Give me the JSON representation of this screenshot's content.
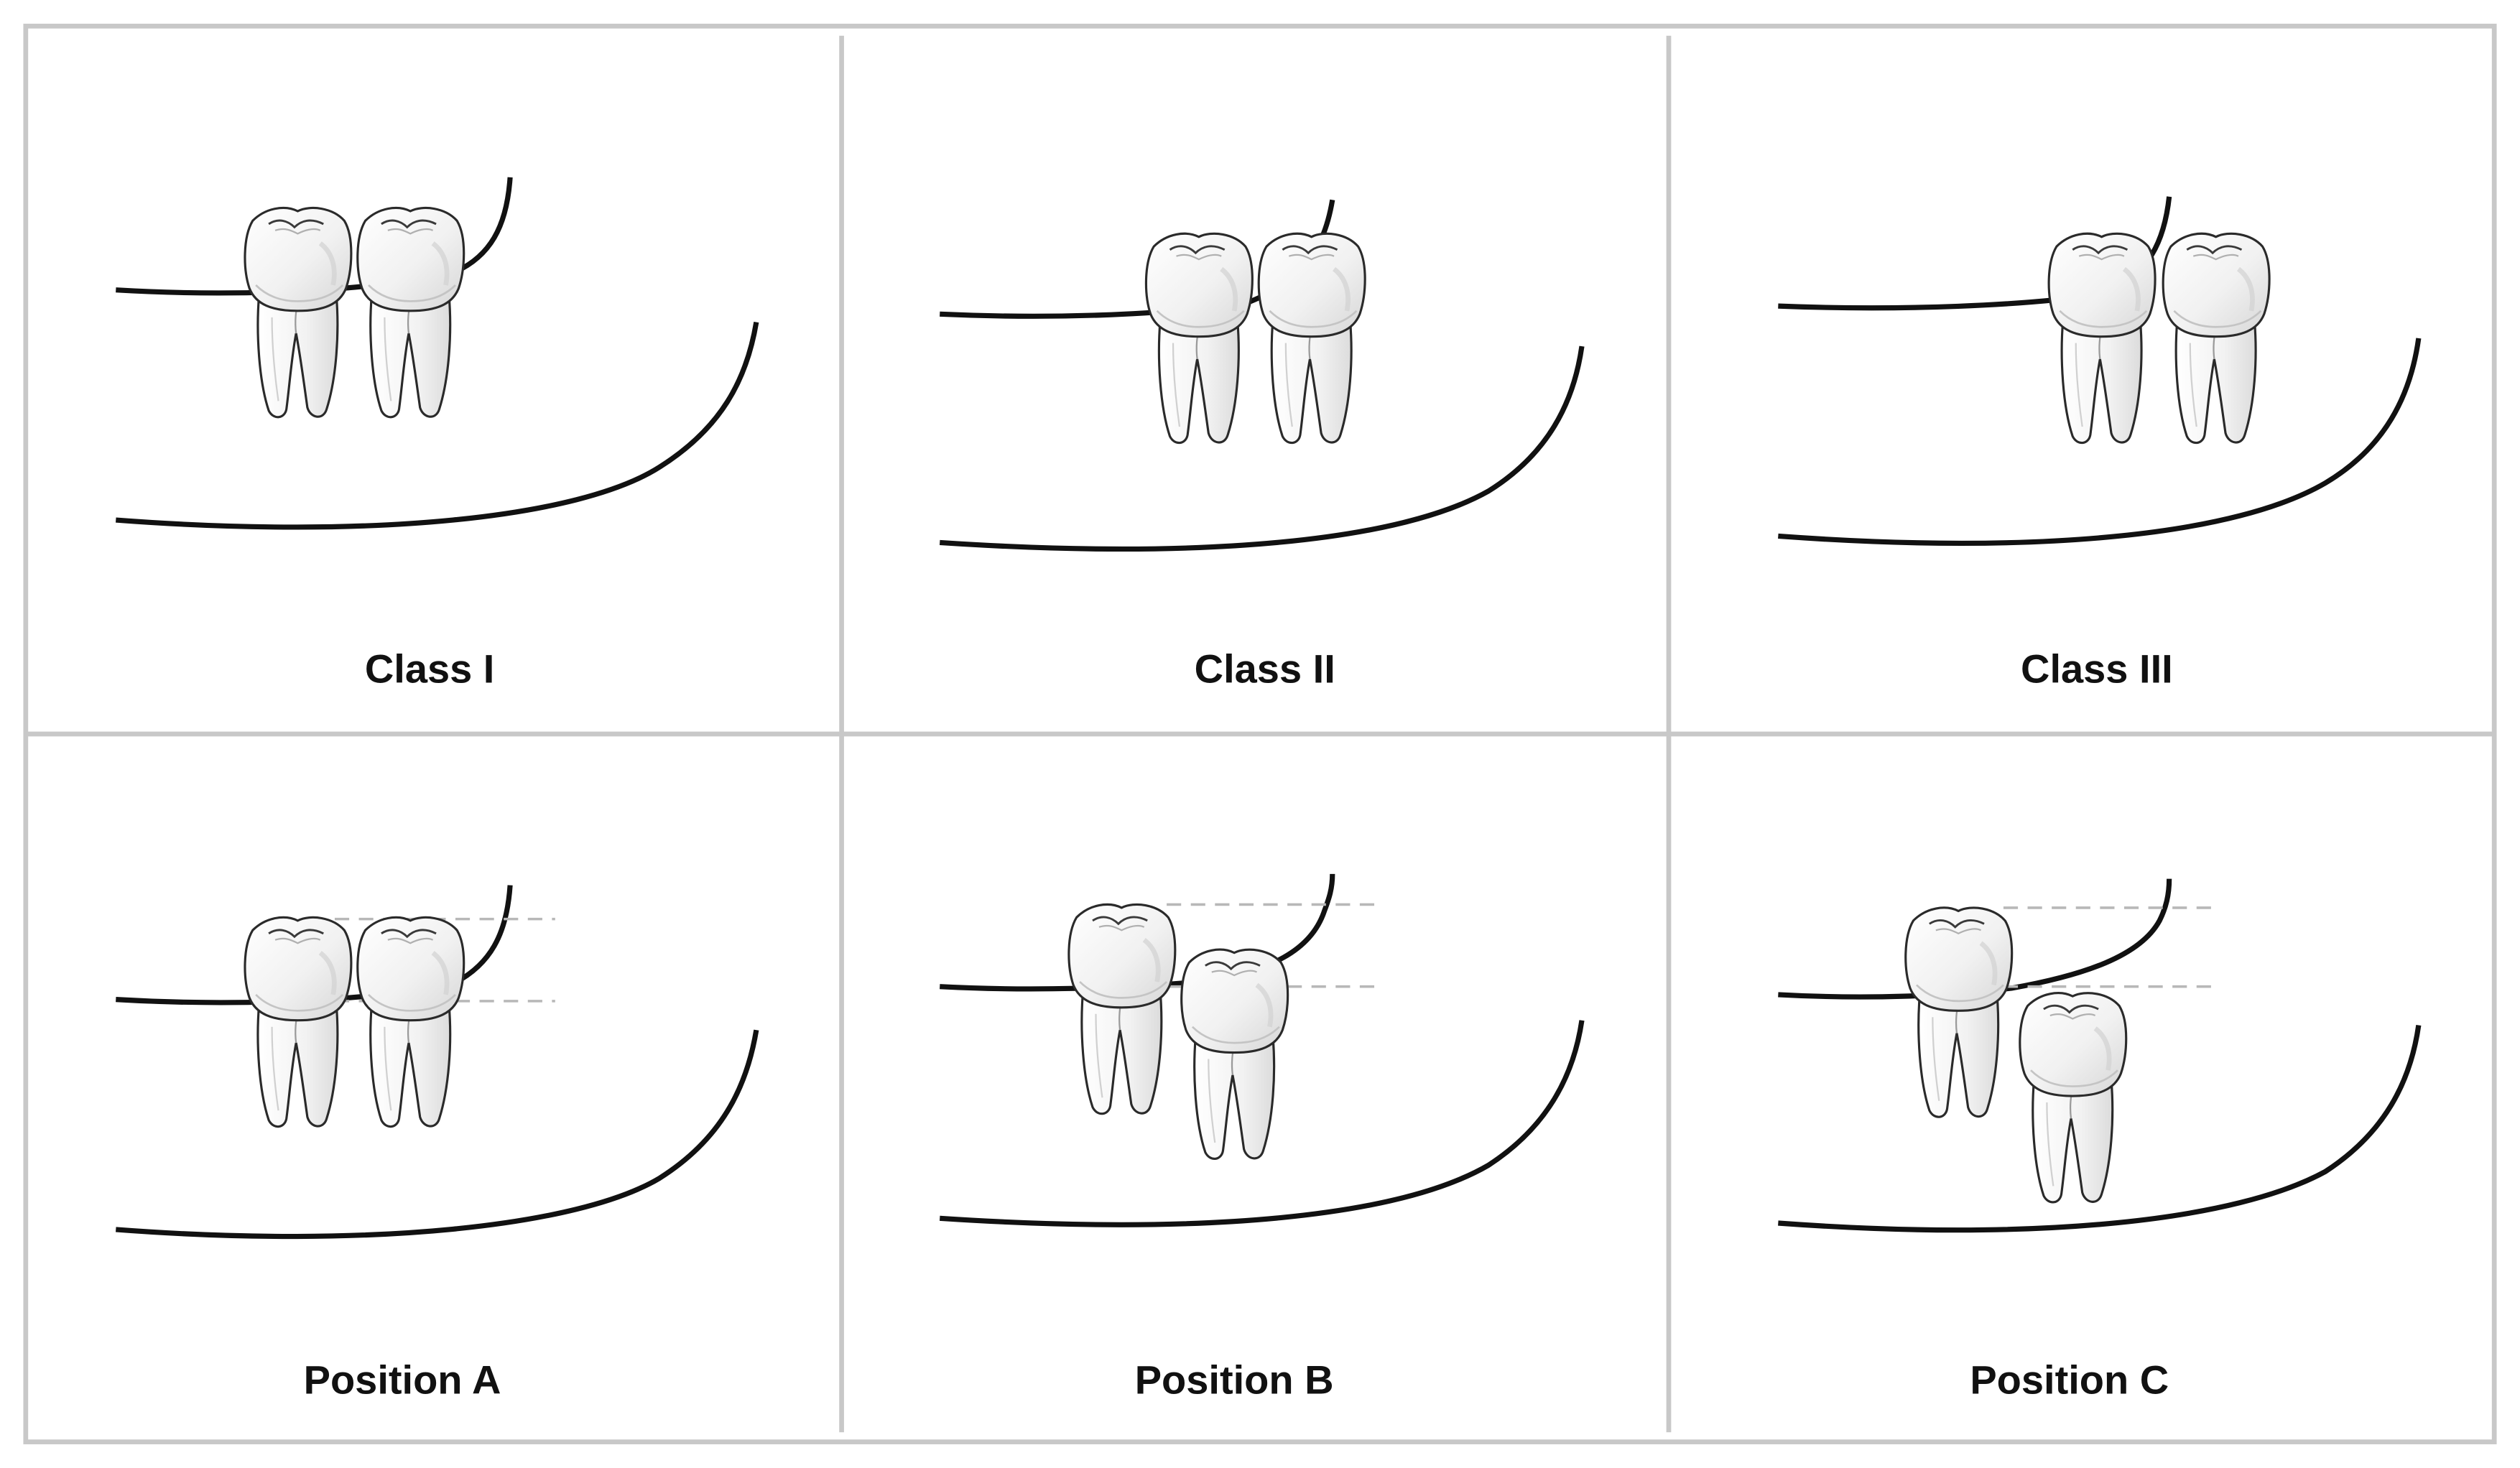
{
  "diagram": {
    "rows": [
      {
        "panels": [
          {
            "label": "Class I"
          },
          {
            "label": "Class II"
          },
          {
            "label": "Class III"
          }
        ]
      },
      {
        "panels": [
          {
            "label": "Position A"
          },
          {
            "label": "Position B"
          },
          {
            "label": "Position C"
          }
        ]
      }
    ]
  },
  "colors": {
    "frame": "#c8c8c8",
    "curve": "#111111",
    "tooth_fill": "#f4f4f4",
    "tooth_shade": "#d8d8d8",
    "tooth_outline": "#2a2a2a",
    "reference_line": "#b8b8b8"
  },
  "icons": {
    "tooth": "molar-tooth-icon"
  }
}
